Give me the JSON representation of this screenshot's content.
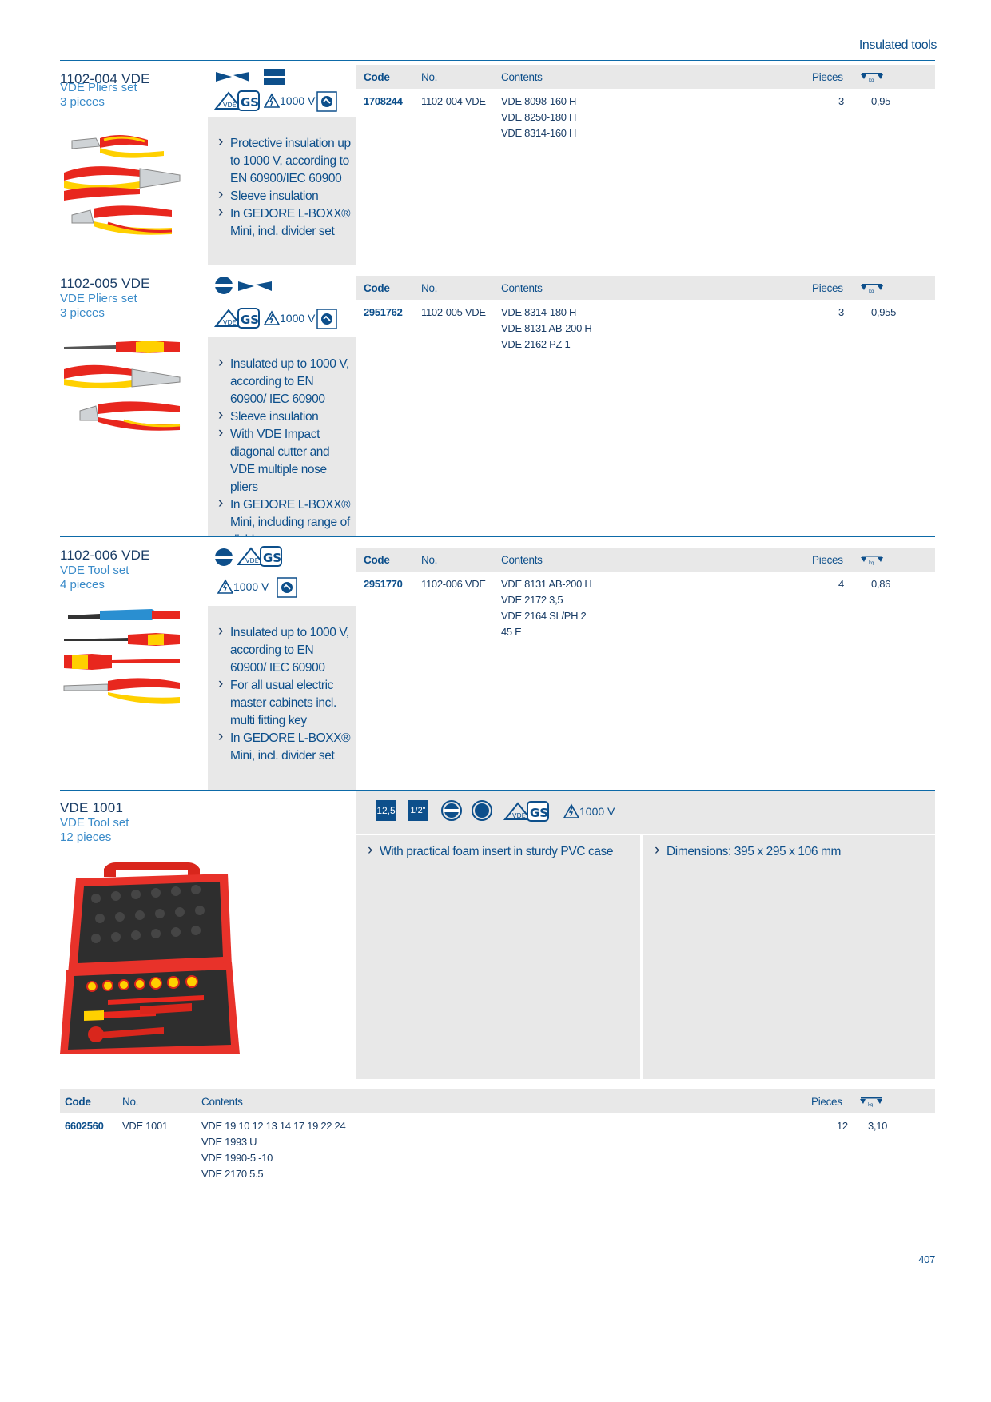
{
  "header": {
    "title": "Insulated tools"
  },
  "voltage_label": "1000 V",
  "table_headers": {
    "code": "Code",
    "no": "No.",
    "contents": "Contents",
    "pieces": "Pieces"
  },
  "products": [
    {
      "code": "1102-004 VDE",
      "name": "VDE Pliers set",
      "pieces_text": "3 pieces",
      "bullets": [
        "Protective insulation up to 1000 V, according to EN 60900/IEC 60900",
        "Sleeve insulation",
        "In GEDORE L-BOXX® Mini, incl. divider set"
      ],
      "row": {
        "code": "1708244",
        "no": "1102-004 VDE",
        "contents": [
          "VDE 8098-160 H",
          "VDE 8250-180 H",
          "VDE 8314-160 H"
        ],
        "pieces": "3",
        "weight": "0,95"
      }
    },
    {
      "code": "1102-005 VDE",
      "name": "VDE Pliers set",
      "pieces_text": "3 pieces",
      "bullets": [
        "Insulated up to 1000 V, according to EN 60900/ IEC 60900",
        "Sleeve insulation",
        "With VDE Impact diagonal cutter and VDE multiple nose pliers",
        "In GEDORE L-BOXX® Mini, including range of dividers"
      ],
      "row": {
        "code": "2951762",
        "no": "1102-005 VDE",
        "contents": [
          "VDE 8314-180 H",
          "VDE 8131 AB-200 H",
          "VDE 2162 PZ 1"
        ],
        "pieces": "3",
        "weight": "0,955"
      }
    },
    {
      "code": "1102-006 VDE",
      "name": "VDE Tool set",
      "pieces_text": "4 pieces",
      "bullets": [
        "Insulated up to 1000 V, according to EN 60900/ IEC 60900",
        "For all usual electric master cabinets incl. multi fitting key",
        "In GEDORE L-BOXX® Mini, incl. divider set"
      ],
      "row": {
        "code": "2951770",
        "no": "1102-006 VDE",
        "contents": [
          "VDE 8131 AB-200 H",
          "VDE 2172 3,5",
          "VDE 2164 SL/PH 2",
          "45 E"
        ],
        "pieces": "4",
        "weight": "0,86"
      }
    }
  ],
  "vde1001": {
    "code": "VDE 1001",
    "name": "VDE Tool set",
    "pieces_text": "12 pieces",
    "icon_labels": {
      "size": "12,5",
      "drive": "1/2\""
    },
    "bullet_left": "With practical foam insert in sturdy PVC case",
    "bullet_right": "Dimensions: 395 x 295 x 106 mm",
    "row": {
      "code": "6602560",
      "no": "VDE 1001",
      "contents": [
        "VDE 19 10 12 13 14 17 19 22 24",
        "VDE 1993 U",
        "VDE 1990-5 -10",
        "VDE 2170 5.5"
      ],
      "pieces": "12",
      "weight": "3,10"
    }
  },
  "page_number": "407"
}
